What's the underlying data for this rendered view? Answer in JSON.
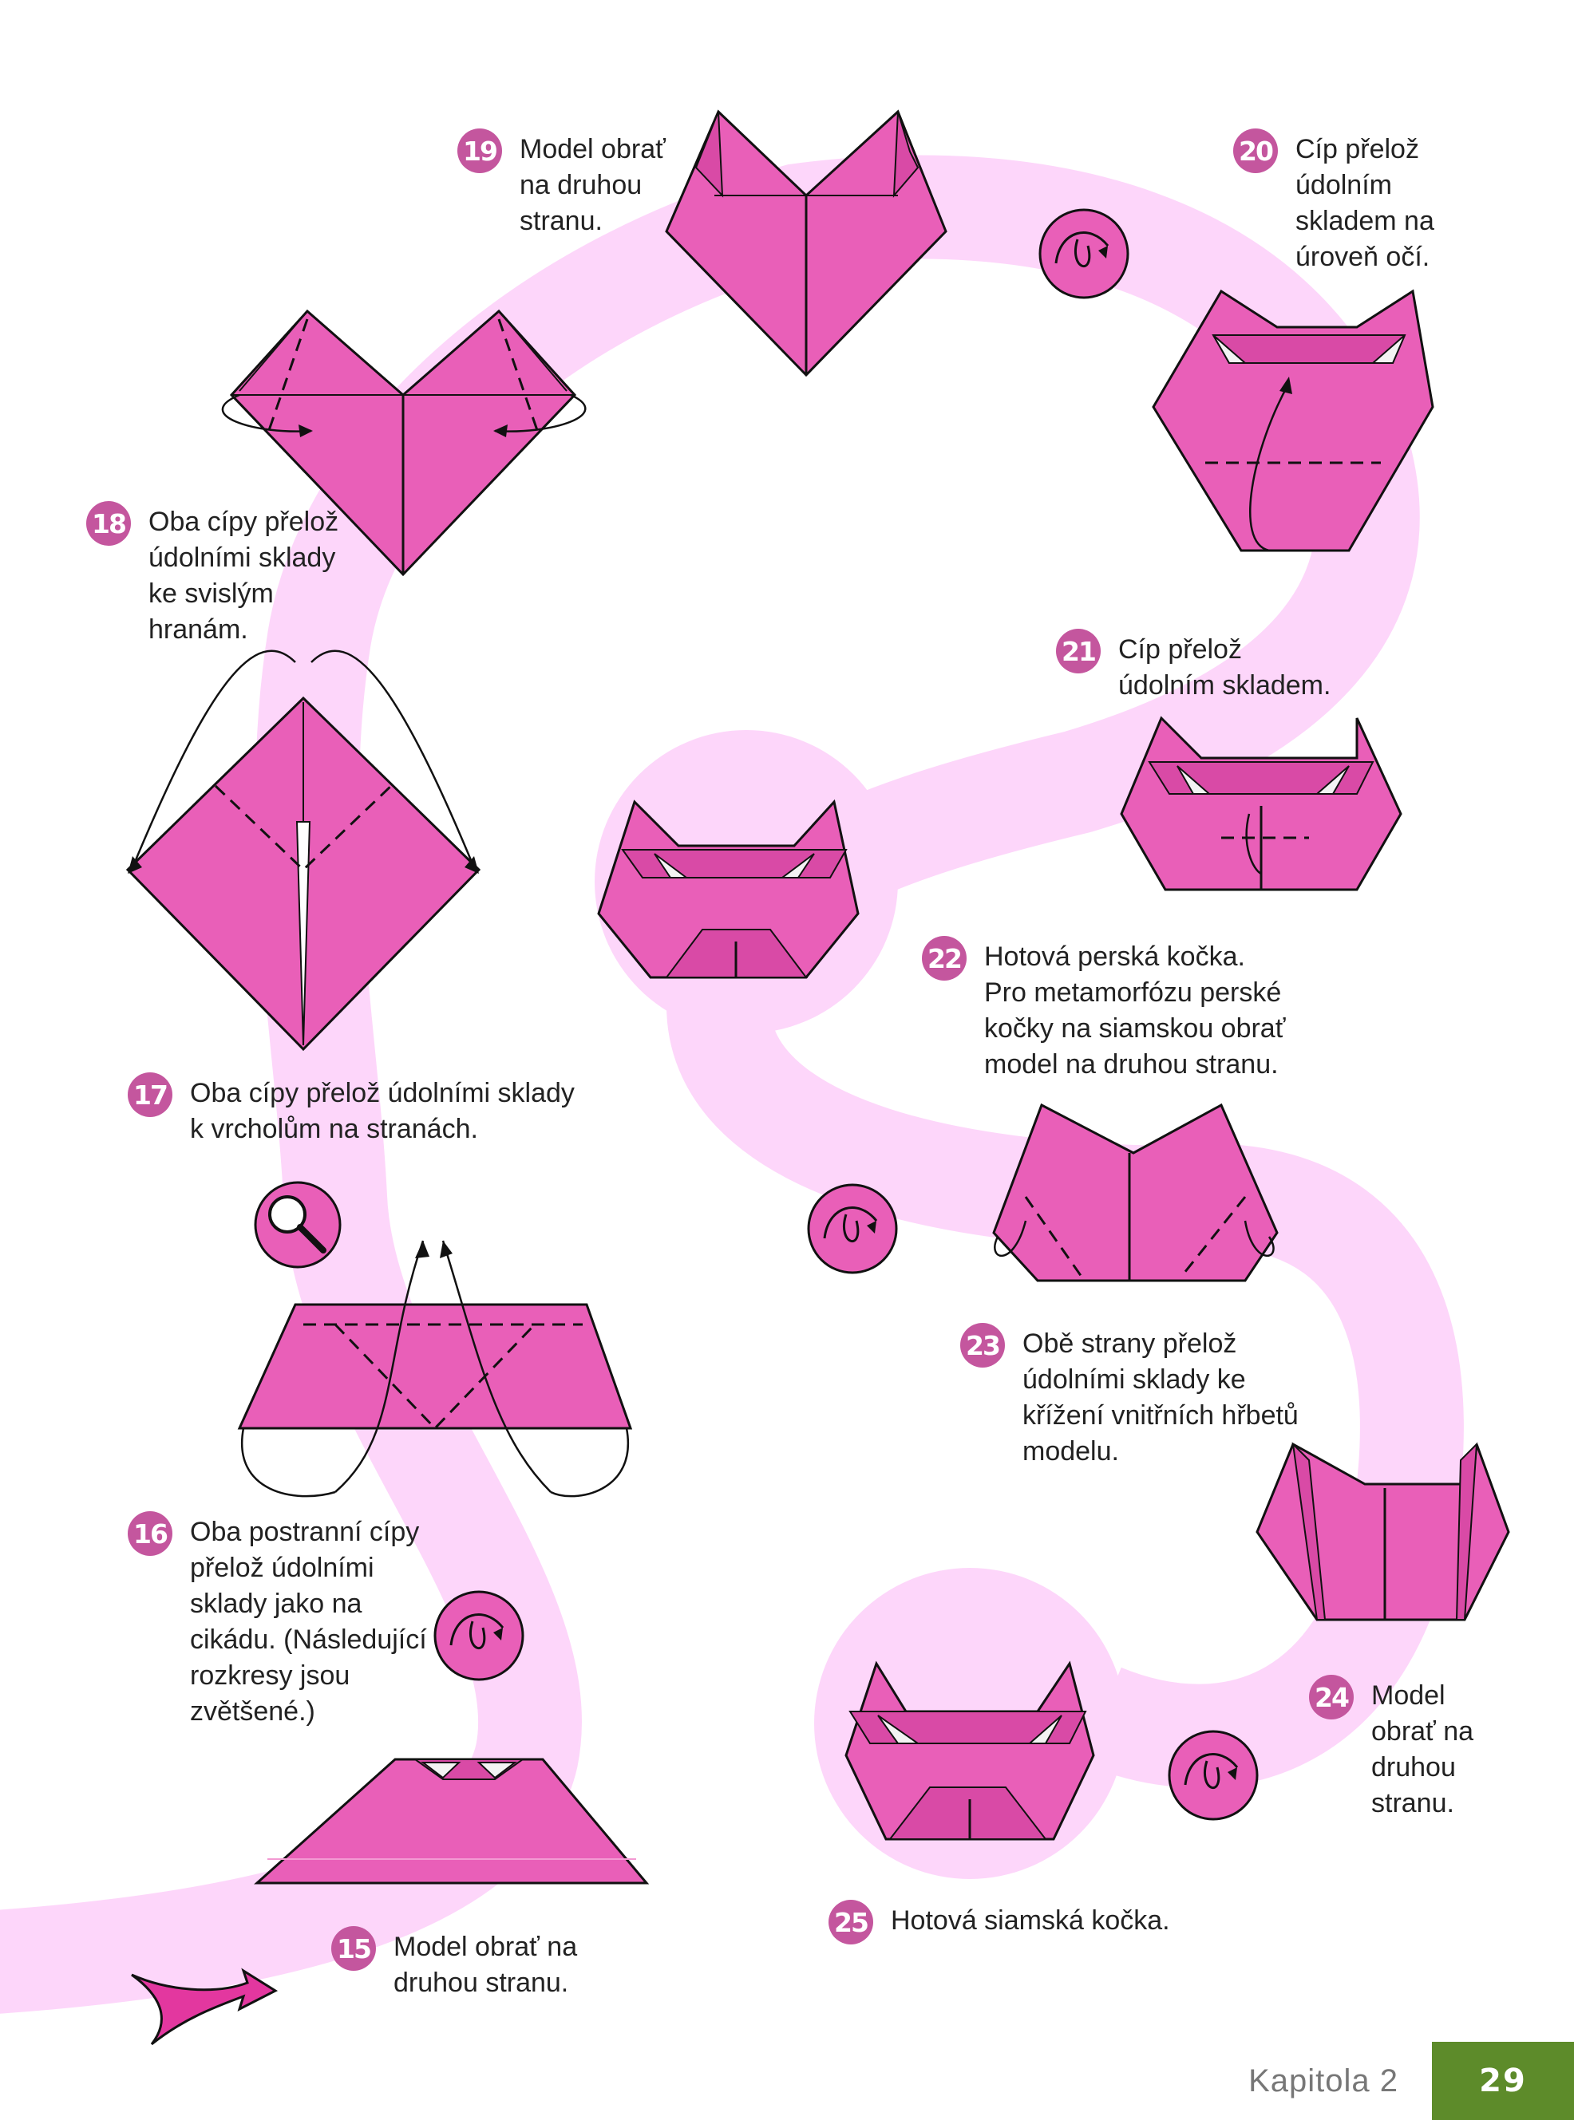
{
  "colors": {
    "paper": "#e95fb8",
    "paper_dark": "#d94aa6",
    "path": "#fdd6fa",
    "badge": "#c4569e",
    "accent": "#e3379f",
    "footer_band": "#5d8b2a"
  },
  "steps": [
    {
      "number": "15",
      "text": "Model obrať na\ndruhou stranu."
    },
    {
      "number": "16",
      "text": "Oba postranní cípy\npřelož údolními\nsklady jako na\ncikádu. (Následující\nrozkresy jsou\nzvětšené.)"
    },
    {
      "number": "17",
      "text": "Oba cípy přelož údolními sklady\nk vrcholům na stranách."
    },
    {
      "number": "18",
      "text": "Oba cípy přelož\núdolními sklady\nke svislým\nhranám."
    },
    {
      "number": "19",
      "text": "Model obrať\nna druhou\nstranu."
    },
    {
      "number": "20",
      "text": "Cíp přelož\núdolním\nskladem na\núroveň očí."
    },
    {
      "number": "21",
      "text": "Cíp přelož\núdolním skladem."
    },
    {
      "number": "22",
      "text": "Hotová perská kočka.\nPro metamorfózu perské\nkočky na siamskou obrať\nmodel na druhou stranu."
    },
    {
      "number": "23",
      "text": "Obě strany přelož\núdolními sklady ke\nkřížení vnitřních hřbetů\nmodelu."
    },
    {
      "number": "24",
      "text": "Model\nobrať na\ndruhou\nstranu."
    },
    {
      "number": "25",
      "text": "Hotová siamská kočka."
    }
  ],
  "icons": {
    "turn_over": "turn-over-icon",
    "magnify": "magnifier-icon",
    "arrow": "pink-arrow-icon"
  },
  "footer": {
    "chapter": "Kapitola 2",
    "page": "29"
  }
}
